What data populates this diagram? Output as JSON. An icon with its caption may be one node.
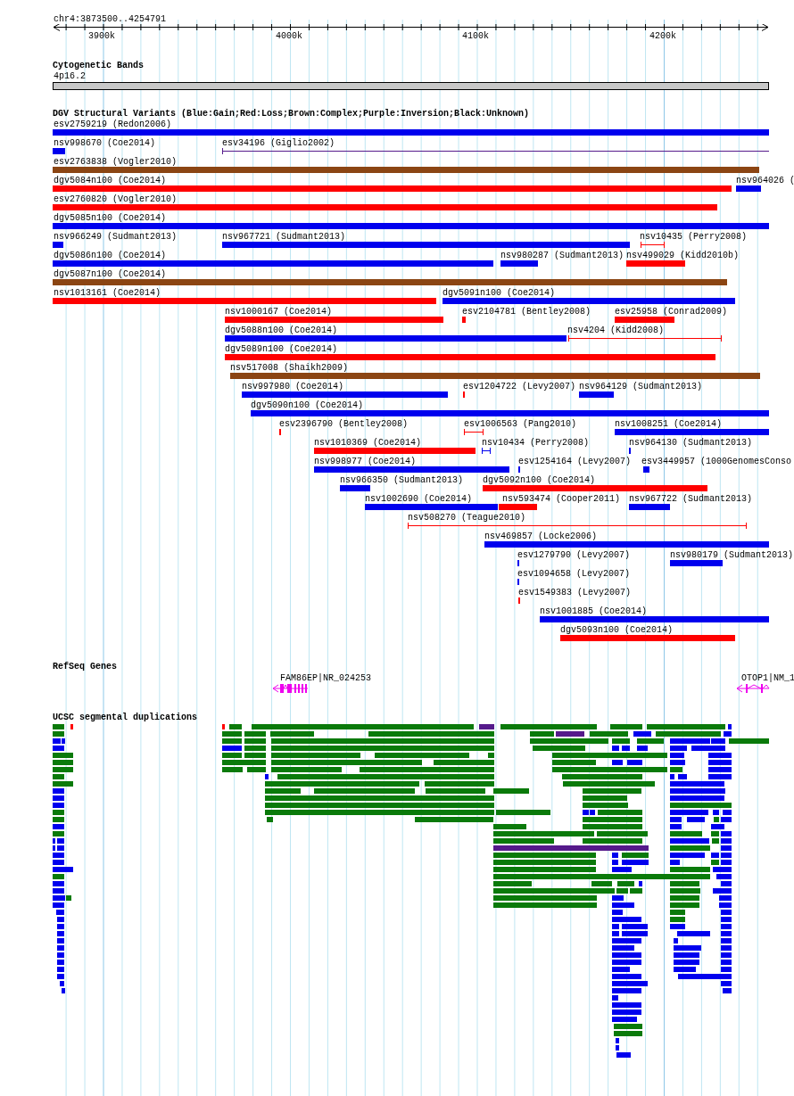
{
  "diagram": {
    "labels": [
      "chr4:3873500..4254791",
      "3900k",
      "4000k",
      "4100k",
      "4200k",
      "Cytogenetic Bands",
      "4p16.2",
      "DGV Structural Variants (Blue:Gain;Red:Loss;Brown:Complex;Purple:Inversion;Black:Unknown)",
      "esv2759219 (Redon2006)",
      "nsv998670 (Coe2014)",
      "esv34196 (Giglio2002)",
      "esv2763838 (Vogler2010)",
      "dgv5084n100 (Coe2014)",
      "nsv964026 (",
      "esv2760820 (Vogler2010)",
      "dgv5085n100 (Coe2014)",
      "nsv966249 (Sudmant2013)",
      "nsv967721 (Sudmant2013)",
      "nsv10435 (Perry2008)",
      "dgv5086n100 (Coe2014)",
      "nsv980287 (Sudmant2013)",
      "nsv499029 (Kidd2010b)",
      "dgv5087n100 (Coe2014)",
      "nsv1013161 (Coe2014)",
      "dgv5091n100 (Coe2014)",
      "nsv1000167 (Coe2014)",
      "esv2104781 (Bentley2008)",
      "esv25958 (Conrad2009)",
      "dgv5088n100 (Coe2014)",
      "nsv4204 (Kidd2008)",
      "dgv5089n100 (Coe2014)",
      "nsv517008 (Shaikh2009)",
      "nsv997980 (Coe2014)",
      "esv1204722 (Levy2007)",
      "nsv964129 (Sudmant2013)",
      "dgv5090n100 (Coe2014)",
      "esv2396790 (Bentley2008)",
      "esv1006563 (Pang2010)",
      "nsv1008251 (Coe2014)",
      "nsv1010369 (Coe2014)",
      "nsv10434 (Perry2008)",
      "nsv964130 (Sudmant2013)",
      "nsv998977 (Coe2014)",
      "esv1254164 (Levy2007)",
      "esv3449957 (1000GenomesConso",
      "nsv966350 (Sudmant2013)",
      "dgv5092n100 (Coe2014)",
      "nsv1002690 (Coe2014)",
      "nsv593474 (Cooper2011)",
      "nsv967722 (Sudmant2013)",
      "nsv508270 (Teague2010)",
      "nsv469857 (Locke2006)",
      "esv1279790 (Levy2007)",
      "nsv980179 (Sudmant2013)",
      "esv1094658 (Levy2007)",
      "esv1549383 (Levy2007)",
      "nsv1001885 (Coe2014)",
      "dgv5093n100 (Coe2014)",
      "RefSeq Genes",
      "FAM86EP|NR_024253",
      "OTOP1|NM_1",
      "UCSC segmental duplications"
    ]
  }
}
